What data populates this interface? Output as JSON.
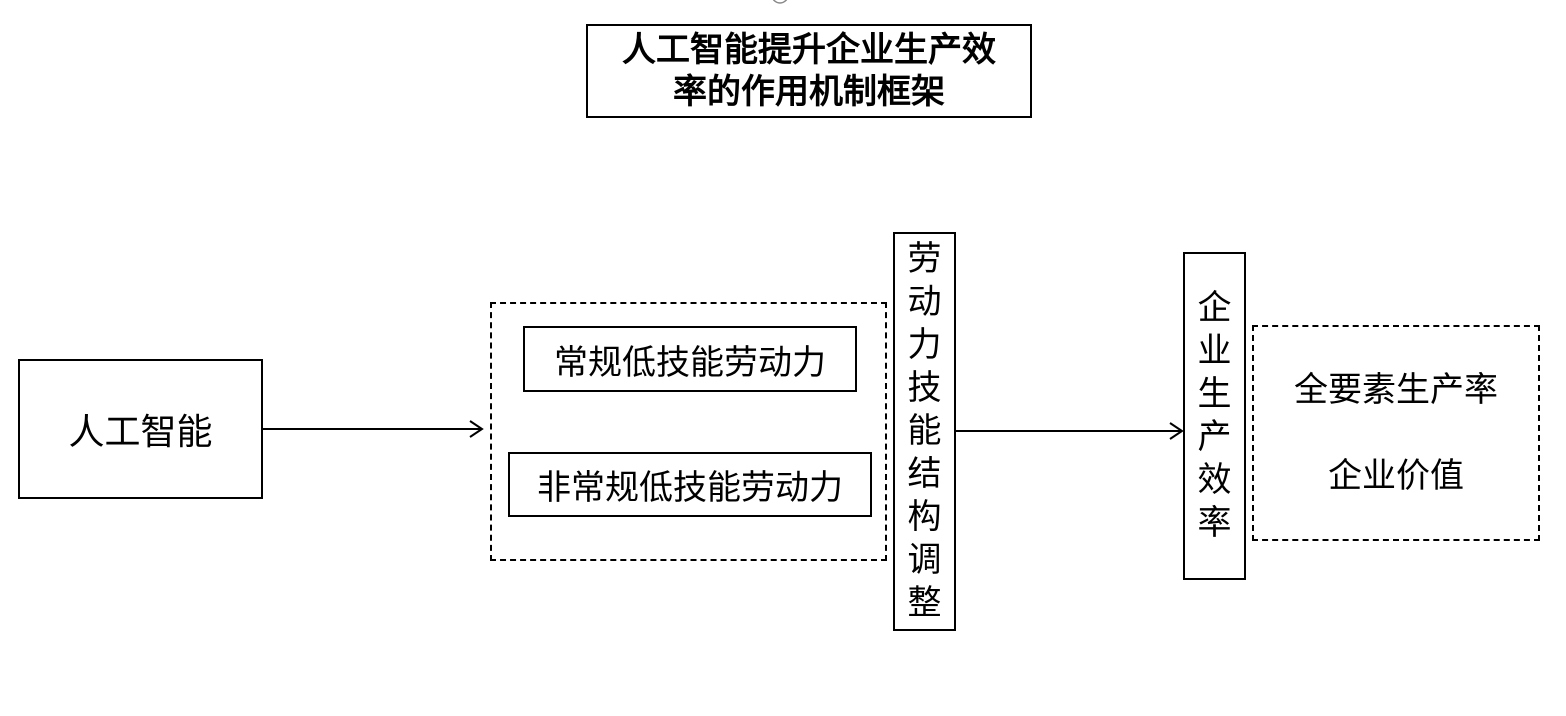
{
  "title": {
    "line1": "人工智能提升企业生产效",
    "line2": "率的作用机制框架"
  },
  "nodes": {
    "ai": "人工智能",
    "routine_labor": "常规低技能劳动力",
    "nonroutine_labor": "非常规低技能劳动力",
    "skill_structure_adjustment": [
      "劳",
      "动",
      "力",
      "技",
      "能",
      "结",
      "构",
      "调",
      "整"
    ],
    "production_efficiency": [
      "企",
      "业",
      "生",
      "产",
      "效",
      "率"
    ],
    "outcomes": {
      "tfp": "全要素生产率",
      "firm_value": "企业价值"
    }
  },
  "edges": [
    {
      "from": "ai",
      "to": "labor_group"
    },
    {
      "from": "skill_structure_adjustment",
      "to": "production_efficiency"
    }
  ]
}
